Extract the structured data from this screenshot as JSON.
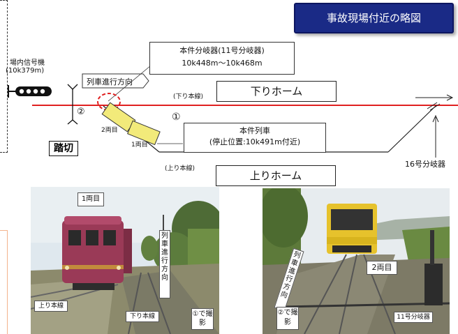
{
  "title": "事故現場付近の略図",
  "signal": {
    "label": "場内信号機",
    "position": "(10k379m)"
  },
  "branch_box": {
    "line1": "本件分岐器(11号分岐器)",
    "line2": "10k448m～10k468m"
  },
  "direction_top": "列車進行方向",
  "line_down_main": "(下り本線)",
  "line_up_main": "(上り本線)",
  "platform_down": "下りホーム",
  "platform_up": "上りホーム",
  "train_box": {
    "line1": "本件列車",
    "line2": "(停止位置:10k491m付近)"
  },
  "switch_16": "16号分岐器",
  "crossing": "踏切",
  "marker_1": "①",
  "marker_2": "②",
  "car_1": "1両目",
  "car_2": "2両目",
  "photo_left": {
    "car_label": "1両目",
    "direction": "列車進行方向",
    "up_line": "上り本線",
    "down_line": "下り本線",
    "shot": "①で撮影"
  },
  "photo_right": {
    "car_label": "2両目",
    "direction": "列車進行方向",
    "switch": "11号分岐器",
    "shot": "②で撮影"
  },
  "colors": {
    "title_bg": "#1a2a86",
    "rail_red": "#e02020",
    "train_yellow": "#f2ea7a"
  }
}
